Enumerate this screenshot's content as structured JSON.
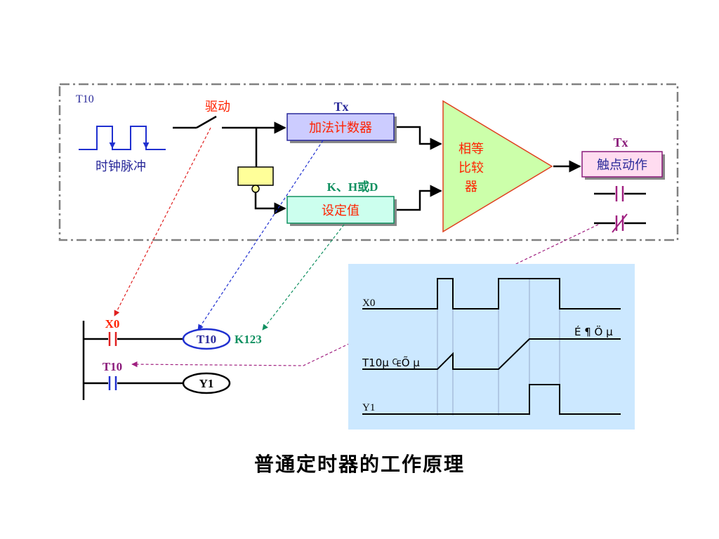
{
  "block": {
    "clock_label": "T10",
    "clock_caption": "时钟脉冲",
    "drive_label": "驱动",
    "counter_tx": "Tx",
    "counter_box": "加法计数器",
    "setpoint_tag": "K、H或D",
    "setpoint_box": "设定值",
    "comparator_line1": "相等",
    "comparator_line2": "比较",
    "comparator_line3": "器",
    "contact_tx": "Tx",
    "contact_box": "触点动作"
  },
  "ladder": {
    "x0_label": "X0",
    "timer_label": "T10",
    "timer_const": "K123",
    "t10_label": "T10",
    "output_label": "Y1"
  },
  "timing": {
    "x0_label": "X0",
    "t10_label": "T10µ ₠Õ µ",
    "set_label": "É ¶ Ö µ",
    "y1_label": "Y1"
  },
  "caption": "普通定时器的工作原理",
  "colors": {
    "dashed_frame": "#808080",
    "counter_fill": "#ccccff",
    "setpoint_fill": "#ccffee",
    "comparator_fill": "#ccffaa",
    "contact_fill": "#ffdcf0",
    "timing_panel": "#cce8ff",
    "red_text": "#ff2200",
    "blue_text": "#2a2a9a",
    "green_text": "#109060",
    "purple_text": "#8a1a7a"
  }
}
